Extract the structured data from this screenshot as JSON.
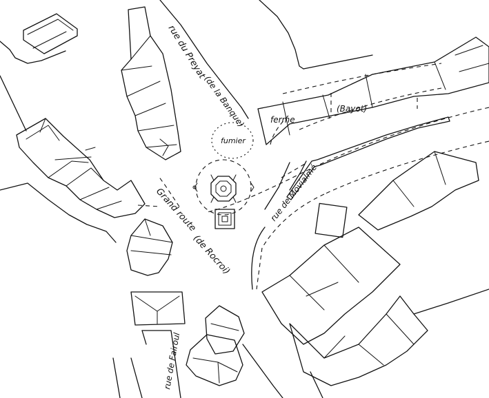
{
  "labels": {
    "rue_preyat": "rue du Preyat",
    "de_la_banque": "(de la Banque)",
    "fumier": "fumier",
    "ferme": "ferme",
    "bayot": "(Bayot)",
    "rue_movialme": "rue de Movialmé",
    "grand_route": "Grand route",
    "de_rocroi": "(de Rocroi)",
    "rue_fairoul": "rue de Fairoul"
  }
}
